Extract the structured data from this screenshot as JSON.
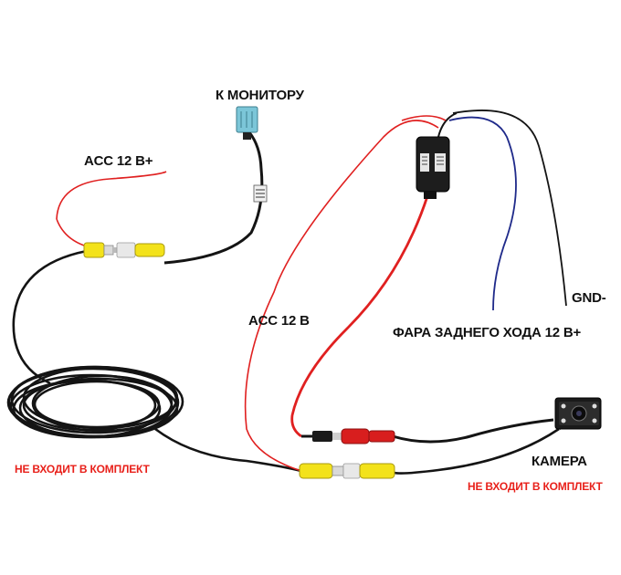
{
  "labels": {
    "to_monitor": "К МОНИТОРУ",
    "acc_top": "ACC 12 В+",
    "acc_mid": "ACC 12 В",
    "gnd": "GND-",
    "reverse_light": "ФАРА ЗАДНЕГО ХОДА 12 В+",
    "camera": "КАМЕРА",
    "not_included_left": "НЕ ВХОДИТ В КОМПЛЕКТ",
    "not_included_right": "НЕ ВХОДИТ В КОМПЛЕКТ"
  },
  "colors": {
    "cable": "#141414",
    "red_wire": "#e02020",
    "blue_wire": "#1f2a8a",
    "rca_yellow": "#f3e21a",
    "rca_red": "#d81e1e",
    "connector_blue": "#7cc6d8",
    "label_red": "#e8211b"
  }
}
